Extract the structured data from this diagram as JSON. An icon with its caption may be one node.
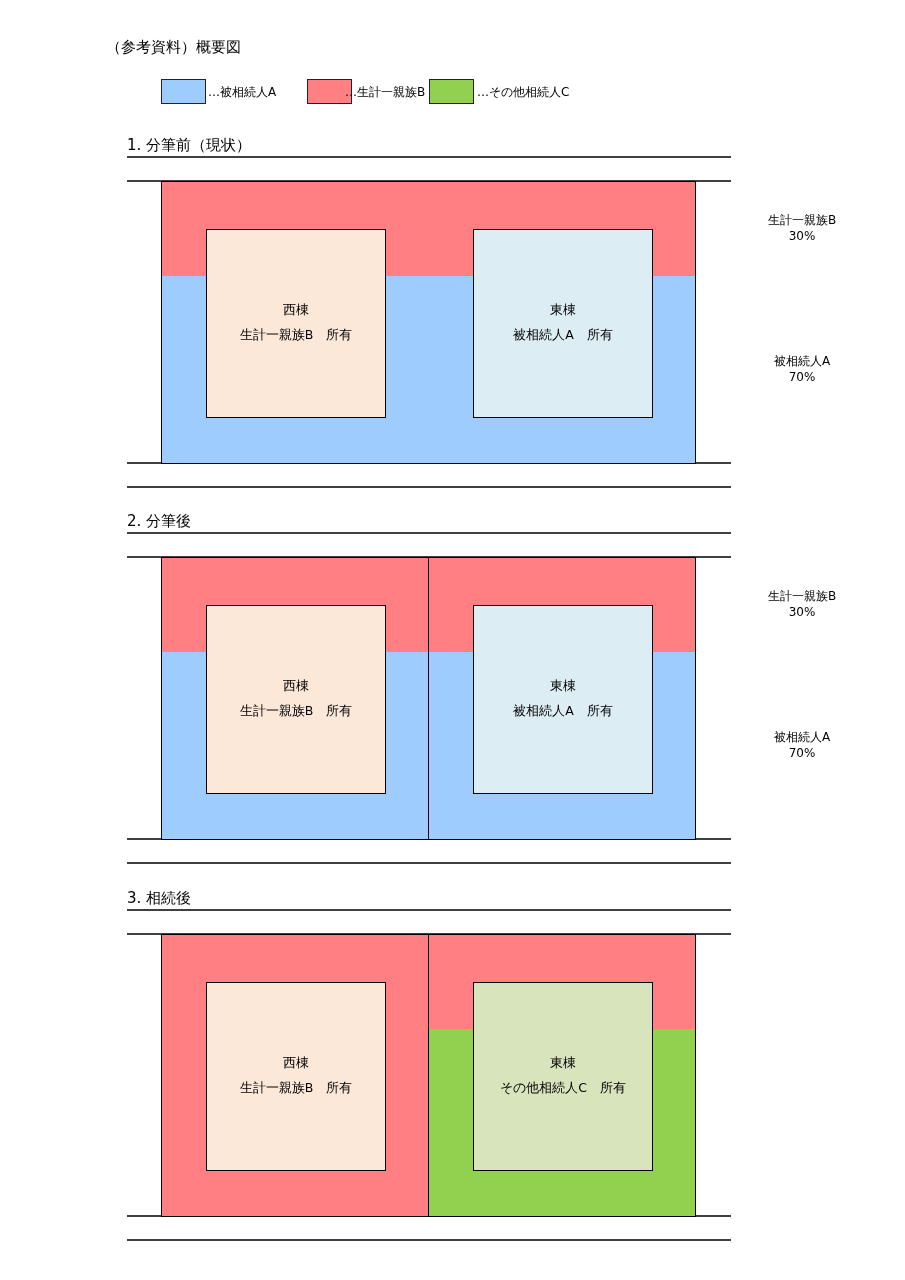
{
  "diagram": {
    "title": "（参考資料）概要図",
    "nodes": [
      {
        "text": [],
        "shape": "box"
      },
      {
        "text": [
          "西棟",
          "生計一親族B　所有"
        ],
        "in": 0
      },
      {
        "text": [
          "東棟",
          "被相続人A　所有"
        ],
        "in": 0
      },
      {
        "text": [],
        "shape": "box"
      },
      {
        "text": [
          "西棟",
          "生計一親族B　所有"
        ],
        "in": 3
      },
      {
        "text": [],
        "shape": "box"
      },
      {
        "text": [
          "東棟",
          "被相続人A　所有"
        ],
        "in": 5
      },
      {
        "text": [],
        "shape": "box"
      },
      {
        "text": [
          "西棟",
          "生計一親族B　所有"
        ],
        "in": 7
      },
      {
        "text": [],
        "shape": "box"
      },
      {
        "text": [
          "東棟",
          "その他相続人C　所有"
        ],
        "in": 9
      }
    ],
    "labels": [
      "1. 分筆前（現状）",
      "生計一親族B 30%",
      "被相続人A 70%",
      "2. 分筆後",
      "生計一親族B 30%",
      "被相続人A 70%",
      "3. 相続後"
    ],
    "legend": [
      {
        "text": "…被相続人A",
        "color": "#9fccff"
      },
      {
        "text": "…生計一親族B",
        "color": "#ff7f82"
      },
      {
        "text": "…その他相続人C",
        "color": "#92d050"
      }
    ]
  }
}
